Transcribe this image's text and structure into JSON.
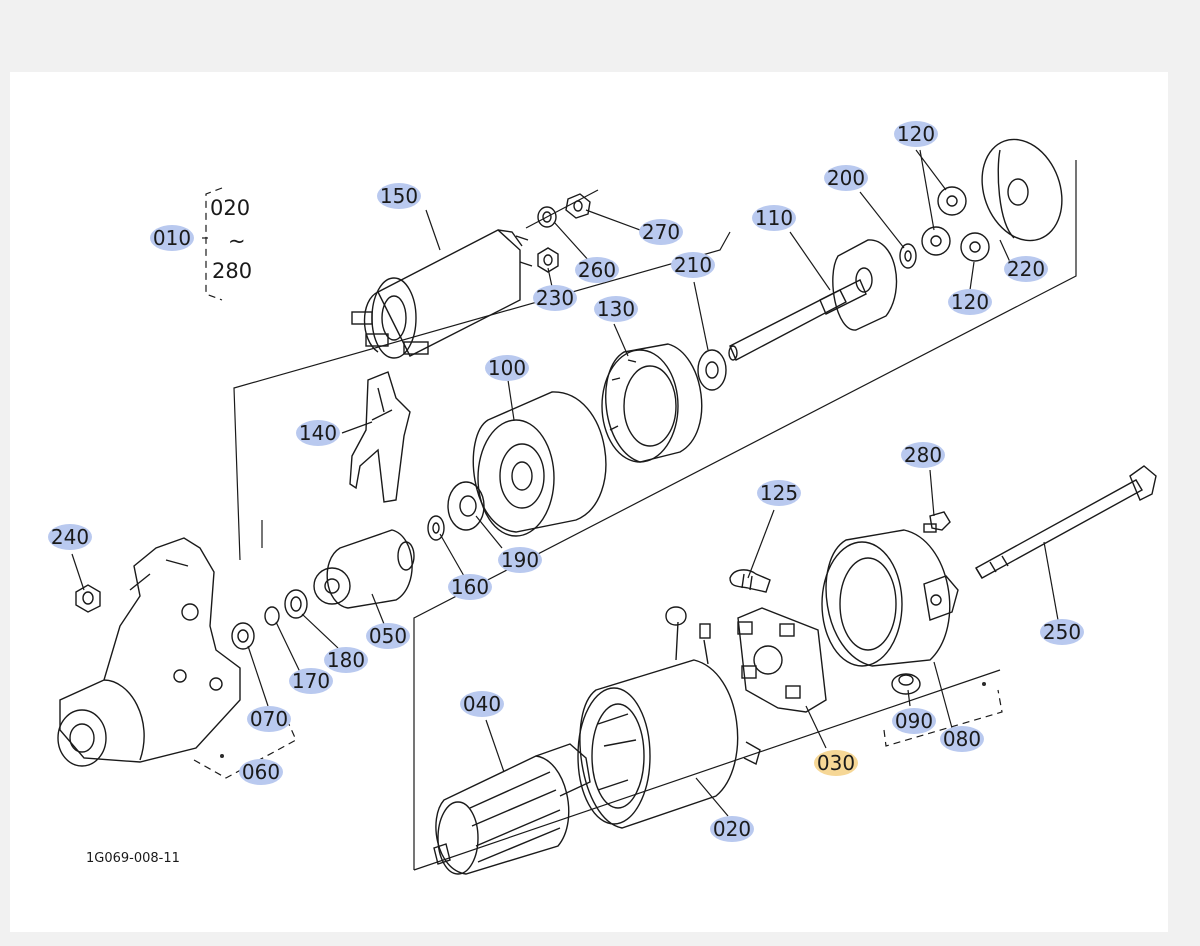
{
  "diagram": {
    "reference_code": "1G069-008-11",
    "assembly_bracket": {
      "top": "020",
      "separator": "~",
      "bottom": "280"
    },
    "highlight_color": "#b9c9ef",
    "selected_color": "#f6d796",
    "selected_part": "030",
    "callouts": [
      {
        "id": "010"
      },
      {
        "id": "150"
      },
      {
        "id": "270"
      },
      {
        "id": "260"
      },
      {
        "id": "230"
      },
      {
        "id": "110"
      },
      {
        "id": "200"
      },
      {
        "id": "120"
      },
      {
        "id": "120"
      },
      {
        "id": "220"
      },
      {
        "id": "210"
      },
      {
        "id": "130"
      },
      {
        "id": "100"
      },
      {
        "id": "140"
      },
      {
        "id": "240"
      },
      {
        "id": "190"
      },
      {
        "id": "160"
      },
      {
        "id": "050"
      },
      {
        "id": "180"
      },
      {
        "id": "170"
      },
      {
        "id": "070"
      },
      {
        "id": "060"
      },
      {
        "id": "280"
      },
      {
        "id": "125"
      },
      {
        "id": "250"
      },
      {
        "id": "040"
      },
      {
        "id": "090"
      },
      {
        "id": "080"
      },
      {
        "id": "030"
      },
      {
        "id": "020"
      }
    ]
  }
}
